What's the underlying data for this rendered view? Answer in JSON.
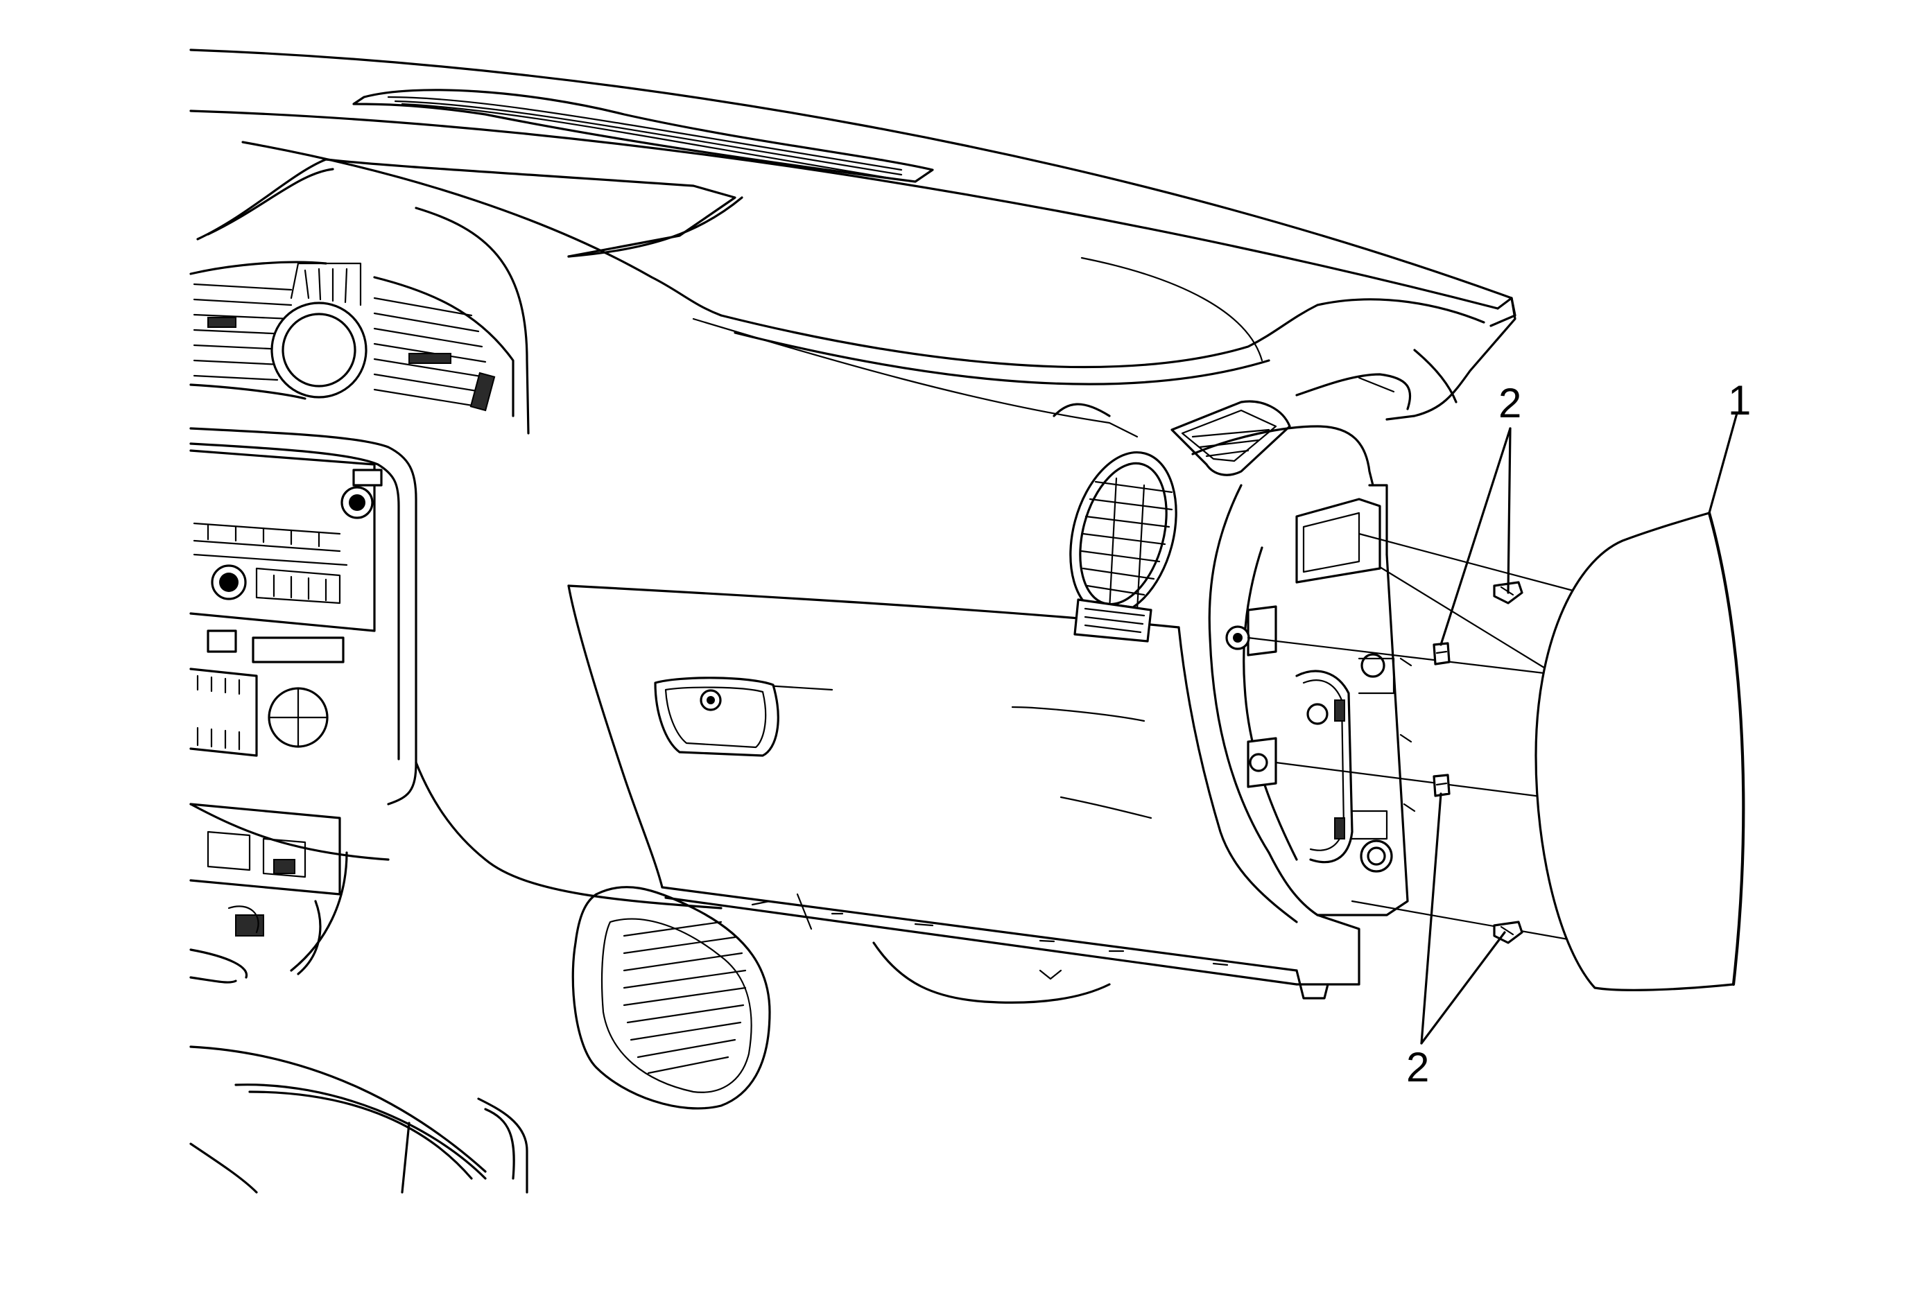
{
  "callouts": {
    "airbag_module": "1",
    "fastener_upper": "2",
    "fastener_lower": "2"
  },
  "colors": {
    "line": "#000000",
    "background": "#ffffff"
  }
}
